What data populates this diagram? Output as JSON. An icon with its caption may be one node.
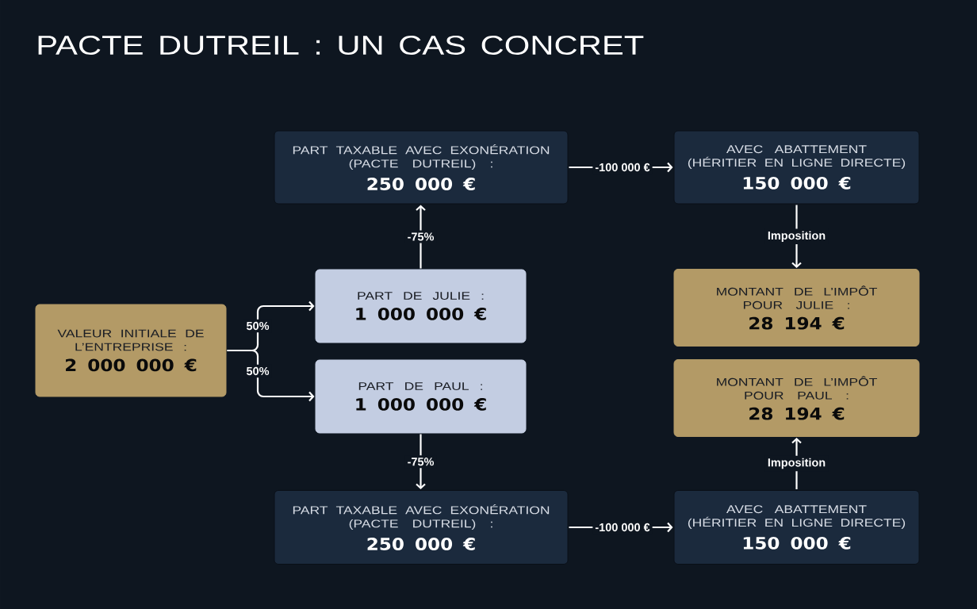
{
  "diagram": {
    "title": "PACTE DUTREIL : UN CAS CONCRET",
    "nodes": [
      {
        "text": [
          "VALEUR INITIALE DE L’ENTREPRISE :",
          "2 000 000 €"
        ]
      },
      {
        "text": [
          "PART DE JULIE :",
          "1 000 000 €"
        ]
      },
      {
        "text": [
          "PART DE PAUL :",
          "1 000 000 €"
        ]
      },
      {
        "text": [
          "PART TAXABLE AVEC EXONÉRATION (PACTE DUTREIL) :",
          "250 000 €"
        ]
      },
      {
        "text": [
          "AVEC ABATTEMENT (HÉRITIER EN LIGNE DIRECTE)",
          "150 000 €"
        ]
      },
      {
        "text": [
          "MONTANT DE L’IMPÔT POUR JULIE :",
          "28 194 €"
        ]
      },
      {
        "text": [
          "MONTANT DE L’IMPÔT POUR PAUL :",
          "28 194 €"
        ]
      },
      {
        "text": [
          "PART TAXABLE AVEC EXONÉRATION (PACTE DUTREIL) :",
          "250 000 €"
        ]
      },
      {
        "text": [
          "AVEC ABATTEMENT (HÉRITIER EN LIGNE DIRECTE)",
          "150 000 €"
        ]
      }
    ],
    "edges": [
      {
        "from": 0,
        "to": 1,
        "arrow": "to",
        "label": "50%"
      },
      {
        "from": 0,
        "to": 2,
        "arrow": "to",
        "label": "50%"
      },
      {
        "from": 1,
        "to": 3,
        "arrow": "to",
        "label": "-75%"
      },
      {
        "from": 2,
        "to": 7,
        "arrow": "to",
        "label": "-75%"
      },
      {
        "from": 3,
        "to": 4,
        "arrow": "to",
        "label": "-100 000 €"
      },
      {
        "from": 7,
        "to": 8,
        "arrow": "to",
        "label": "-100 000 €"
      },
      {
        "from": 4,
        "to": 5,
        "arrow": "to",
        "label": "Imposition"
      },
      {
        "from": 8,
        "to": 6,
        "arrow": "to",
        "label": "Imposition"
      }
    ]
  }
}
